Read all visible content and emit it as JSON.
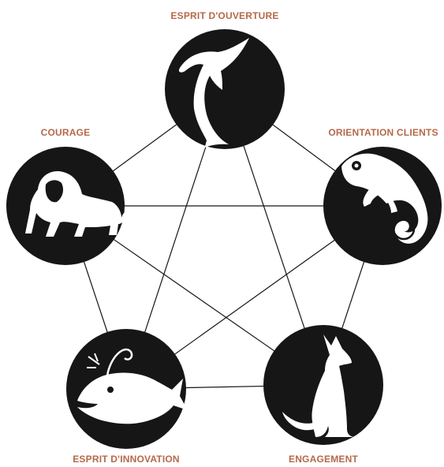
{
  "colors": {
    "label": "#b5694a",
    "disc": "#161616",
    "figure": "#ffffff",
    "edge": "#161616"
  },
  "values": [
    {
      "id": "openness",
      "label": "ESPRIT D'OUVERTURE",
      "icon": "dolphin-icon"
    },
    {
      "id": "customer",
      "label": "ORIENTATION CLIENTS",
      "icon": "chameleon-icon"
    },
    {
      "id": "engagement",
      "label": "ENGAGEMENT",
      "icon": "dog-icon"
    },
    {
      "id": "innovation",
      "label": "ESPRIT D'INNOVATION",
      "icon": "anglerfish-icon"
    },
    {
      "id": "courage",
      "label": "COURAGE",
      "icon": "lion-icon"
    }
  ]
}
